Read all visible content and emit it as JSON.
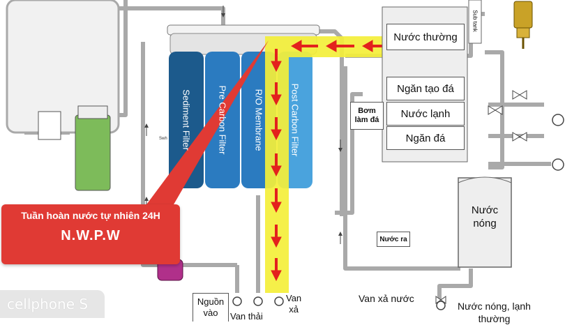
{
  "filters": [
    {
      "label": "Sediment Filter",
      "color": "#1c5a8c"
    },
    {
      "label": "Pre Carbon Filter",
      "color": "#2b7bc0"
    },
    {
      "label": "R/O Membrane",
      "color": "#2b7bc0"
    },
    {
      "label": "Post Carbon Filter",
      "color": "#4aa3dd"
    }
  ],
  "labels": {
    "nuoc_thuong": "Nước thường",
    "ngan_tao_da": "Ngăn tạo đá",
    "nuoc_lanh": "Nước lạnh",
    "ngan_da": "Ngăn đá",
    "bom_lam_da": "Bơm\nlàm đá",
    "nuoc_nong": "Nước\nnóng",
    "nuoc_ra": "Nước ra",
    "sub_tank": "Sub tank",
    "switch": "Swh",
    "nguon_vao": "Nguồn\nvào",
    "van_thai": "Van thải",
    "van_xa": "Van\nxả",
    "van_xa_nuoc": "Van xả nước",
    "nuoc_nong_lanh_thuong": "Nước nóng, lạnh\nthường"
  },
  "callout": {
    "line1": "Tuần hoàn nước tự nhiên 24H",
    "line2": "N.W.P.W"
  },
  "brand": "cellphone S",
  "colors": {
    "highlight": "#f4ef3a",
    "arrow": "#e3211d",
    "callout": "#e03a34",
    "pipe": "#a9a9a9",
    "tank_green": "#7dbb5a",
    "pump": "#b0308a"
  }
}
